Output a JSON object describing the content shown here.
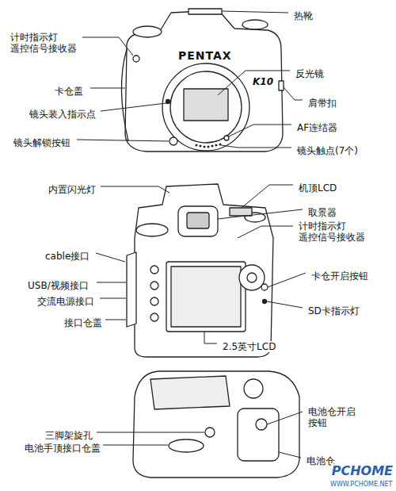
{
  "diagram": {
    "labels": [
      "热靴",
      "计时指示灯 遥控信号接收器",
      "反光镜",
      "肩带扣",
      "卡仓盖",
      "镜头装入指示点",
      "AF连结器",
      "镜头解锁按钮",
      "镜头触点(7个)",
      "PENTAX",
      "K10",
      "内置闪光灯",
      "机顶LCD",
      "取景器",
      "计时指示灯 遥控信号接收器",
      "cable接口",
      "卡仓开启按钮",
      "USB/视频接口",
      "交流电源接口",
      "SD卡指示灯",
      "接口仓盖",
      "2.5英寸LCD",
      "三脚架旋孔",
      "电池手顶接口仓盖",
      "电池仓开启 按钮",
      "电池仓",
      "PCHOME",
      "WWW.PCHOME.NET"
    ]
  }
}
